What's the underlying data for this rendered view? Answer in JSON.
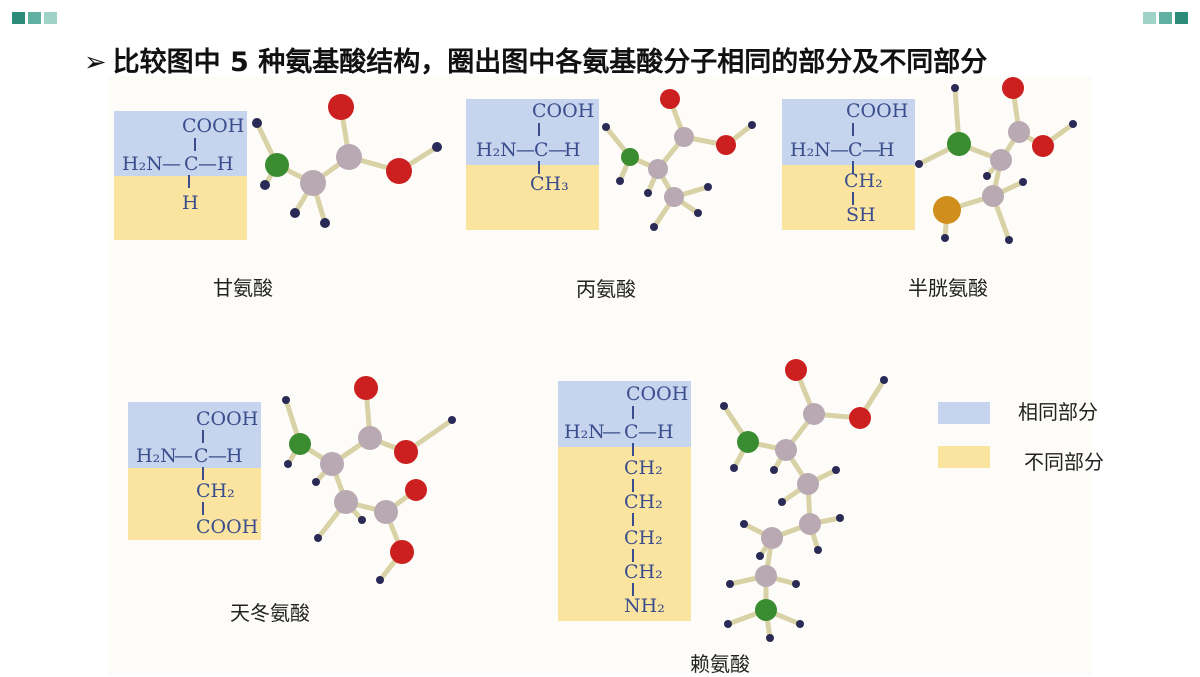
{
  "slide": {
    "bullet": "➢",
    "heading": "比较图中 5 种氨基酸结构，圈出图中各氨基酸分子相同的部分及不同部分"
  },
  "colors": {
    "same": "#c7d4ee",
    "different": "#fbe4a0",
    "text": "#3a4d8c"
  },
  "amino_acids": [
    {
      "name": "甘氨酸",
      "top": "COOH",
      "left": "H₂N",
      "center": "C",
      "right": "H",
      "side": [
        "H"
      ]
    },
    {
      "name": "丙氨酸",
      "top": "COOH",
      "left": "H₂N",
      "center": "C",
      "right": "H",
      "side": [
        "CH₃"
      ]
    },
    {
      "name": "半胱氨酸",
      "top": "COOH",
      "left": "H₂N",
      "center": "C",
      "right": "H",
      "side": [
        "CH₂",
        "SH"
      ]
    },
    {
      "name": "天冬氨酸",
      "top": "COOH",
      "left": "H₂N",
      "center": "C",
      "right": "H",
      "side": [
        "CH₂",
        "COOH"
      ]
    },
    {
      "name": "赖氨酸",
      "top": "COOH",
      "left": "H₂N",
      "center": "C",
      "right": "H",
      "side": [
        "CH₂",
        "CH₂",
        "CH₂",
        "CH₂",
        "NH₂"
      ]
    }
  ],
  "legend": {
    "same_label": "相同部分",
    "different_label": "不同部分"
  }
}
